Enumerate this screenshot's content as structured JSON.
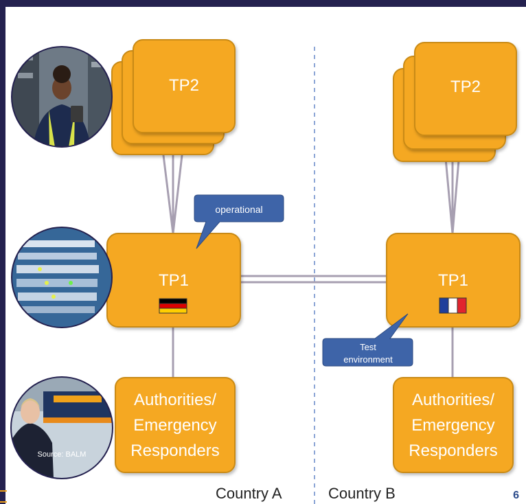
{
  "colors": {
    "box_fill": "#f5a823",
    "box_stroke": "#c98a12",
    "callout_fill": "#3e64a8",
    "line": "#a79fb1",
    "divider": "#8da6d6",
    "background": "#24214f"
  },
  "country_a": {
    "tp2_label": "TP2",
    "tp1_label": "TP1",
    "authorities_lines": [
      "Authorities/",
      "Emergency",
      "Responders"
    ],
    "flag": "germany-flag-icon",
    "callout_text": "operational",
    "label": "Country A"
  },
  "country_b": {
    "tp2_label": "TP2",
    "tp1_label": "TP1",
    "authorities_lines": [
      "Authorities/",
      "Emergency",
      "Responders"
    ],
    "flag": "france-flag-icon",
    "callout_lines": [
      "Test",
      "environment"
    ],
    "label": "Country B"
  },
  "photos": {
    "worker": "warehouse-worker-photo",
    "servers": "server-rack-photo",
    "officer": "traffic-control-officer-photo",
    "officer_caption": "Source: BALM"
  },
  "page_number": "6"
}
